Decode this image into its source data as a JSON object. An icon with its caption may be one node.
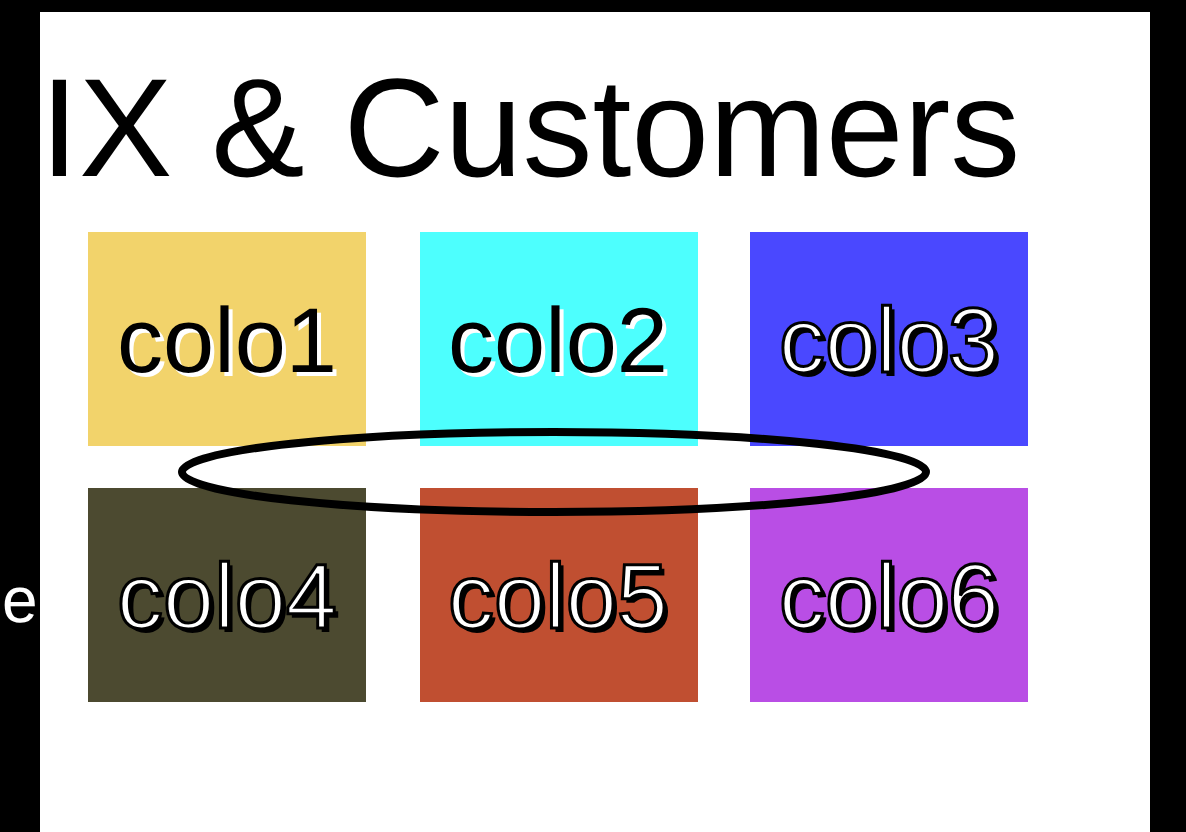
{
  "diagram": {
    "title": "IX & Customers",
    "nodes": [
      {
        "text": [
          "colo1"
        ]
      },
      {
        "text": [
          "colo2"
        ]
      },
      {
        "text": [
          "colo3"
        ]
      },
      {
        "text": [
          "colo4"
        ]
      },
      {
        "text": [
          "colo5"
        ]
      },
      {
        "text": [
          "colo6"
        ]
      },
      {
        "text": [],
        "shape": "ellipse"
      }
    ],
    "labels": [
      "e"
    ]
  }
}
